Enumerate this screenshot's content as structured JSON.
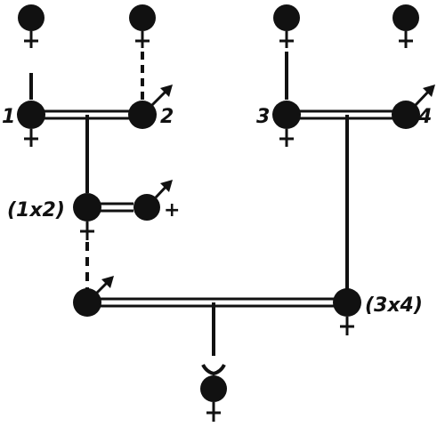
{
  "labels": {
    "n1": "1",
    "n2": "2",
    "n3": "3",
    "n4": "4",
    "cross12": "(1x2)",
    "cross34": "(3x4)",
    "plus": "+"
  },
  "colors": {
    "ink": "#111111",
    "background": "#ffffff"
  }
}
